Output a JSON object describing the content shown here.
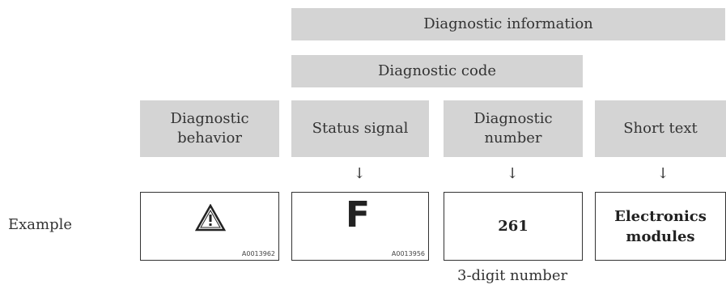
{
  "header": {
    "info": "Diagnostic information",
    "code": "Diagnostic code"
  },
  "columns": {
    "behavior": "Diagnostic\nbehavior",
    "status": "Status signal",
    "number": "Diagnostic\nnumber",
    "short": "Short text"
  },
  "arrows": [
    "↓",
    "↓",
    "↓"
  ],
  "example": {
    "label": "Example",
    "behavior_icon": "warning-triangle-icon",
    "behavior_code": "A0013962",
    "status_letter": "F",
    "status_code": "A0013956",
    "number_value": "261",
    "short_value": "Electronics\nmodules"
  },
  "footnote": "3-digit number"
}
